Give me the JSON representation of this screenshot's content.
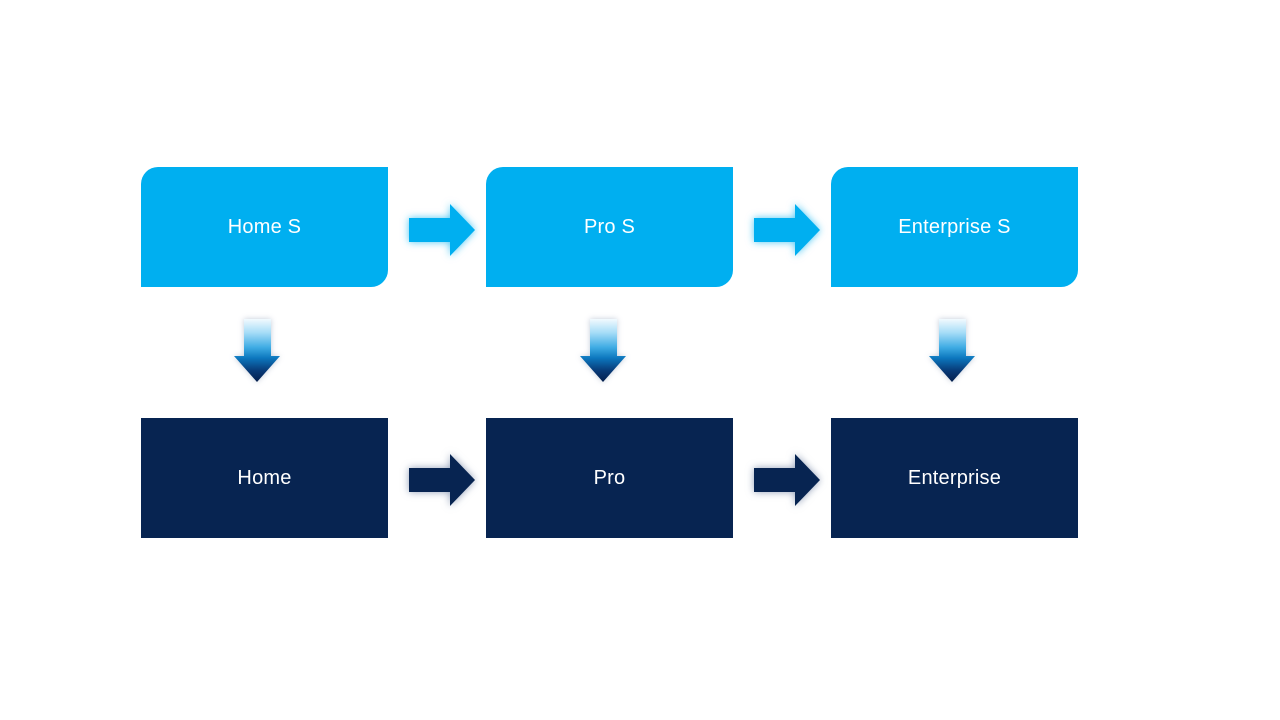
{
  "diagram": {
    "type": "process-flow",
    "top_row": [
      {
        "label": "Home S"
      },
      {
        "label": "Pro S"
      },
      {
        "label": "Enterprise S"
      }
    ],
    "bottom_row": [
      {
        "label": "Home"
      },
      {
        "label": "Pro"
      },
      {
        "label": "Enterprise"
      }
    ],
    "connections": {
      "horizontal_top": [
        "Home S > Pro S",
        "Pro S > Enterprise S"
      ],
      "horizontal_bottom": [
        "Home > Pro",
        "Pro > Enterprise"
      ],
      "vertical": [
        "Home S > Home",
        "Pro S > Pro",
        "Enterprise S > Enterprise"
      ]
    },
    "colors": {
      "background": "#FFFFFF",
      "light-blue": "#00AFF0",
      "dark-navy": "#072451",
      "label-color": "#FFFFFF",
      "down-arrow-gradient": [
        "#F2FAFE",
        "#A5DCF7",
        "#3FACE4",
        "#0C77BE",
        "#083A77",
        "#051E4C"
      ]
    }
  }
}
